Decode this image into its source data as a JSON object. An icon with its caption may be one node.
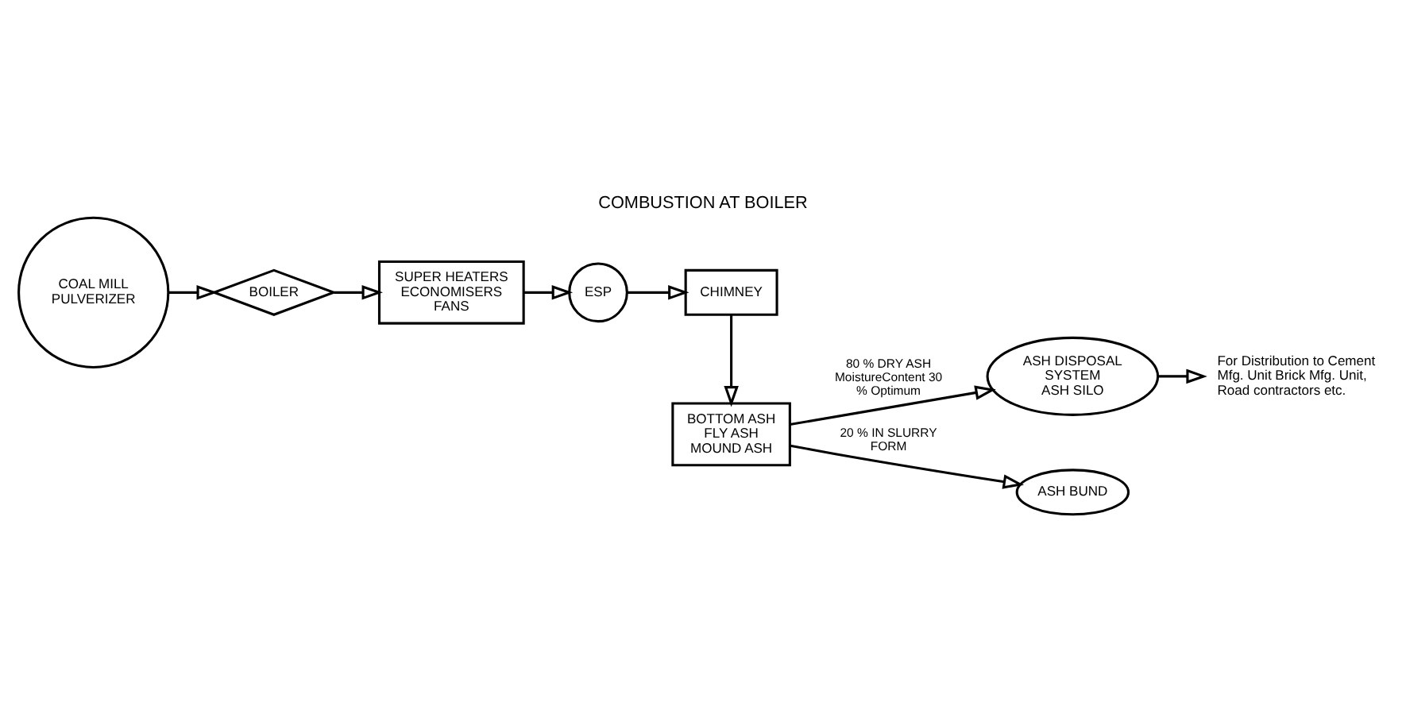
{
  "diagram": {
    "title": "COMBUSTION AT BOILER",
    "nodes": [
      {
        "text": [
          "COAL MILL PULVERIZER"
        ]
      },
      {
        "text": [
          "BOILER"
        ]
      },
      {
        "text": [
          "SUPER HEATERS ECONOMISERS FANS"
        ]
      },
      {
        "text": [
          "ESP"
        ]
      },
      {
        "text": [
          "CHIMNEY"
        ]
      },
      {
        "text": [
          "BOTTOM ASH FLY ASH MOUND ASH"
        ]
      },
      {
        "text": [
          "ASH DISPOSAL SYSTEM",
          "ASH SILO"
        ]
      },
      {
        "text": [
          "For Distribution to Cement Mfg. Unit Brick Mfg. Unit, Road contractors etc."
        ]
      },
      {
        "text": [
          "ASH BUND"
        ]
      }
    ],
    "edges": [
      {
        "from": 0,
        "to": 1,
        "arrow": "to"
      },
      {
        "from": 1,
        "to": 2,
        "arrow": "to"
      },
      {
        "from": 2,
        "to": 3,
        "arrow": "to"
      },
      {
        "from": 3,
        "to": 4,
        "arrow": "to"
      },
      {
        "from": 4,
        "to": 5,
        "arrow": "to"
      },
      {
        "from": 5,
        "to": 6,
        "arrow": "to",
        "label": "80 % DRY ASH MoistureContent 30 % Optimum"
      },
      {
        "from": 6,
        "to": 7,
        "arrow": "to"
      },
      {
        "from": 5,
        "to": 8,
        "arrow": "to",
        "label": "20 % IN SLURRY FORM"
      }
    ]
  }
}
